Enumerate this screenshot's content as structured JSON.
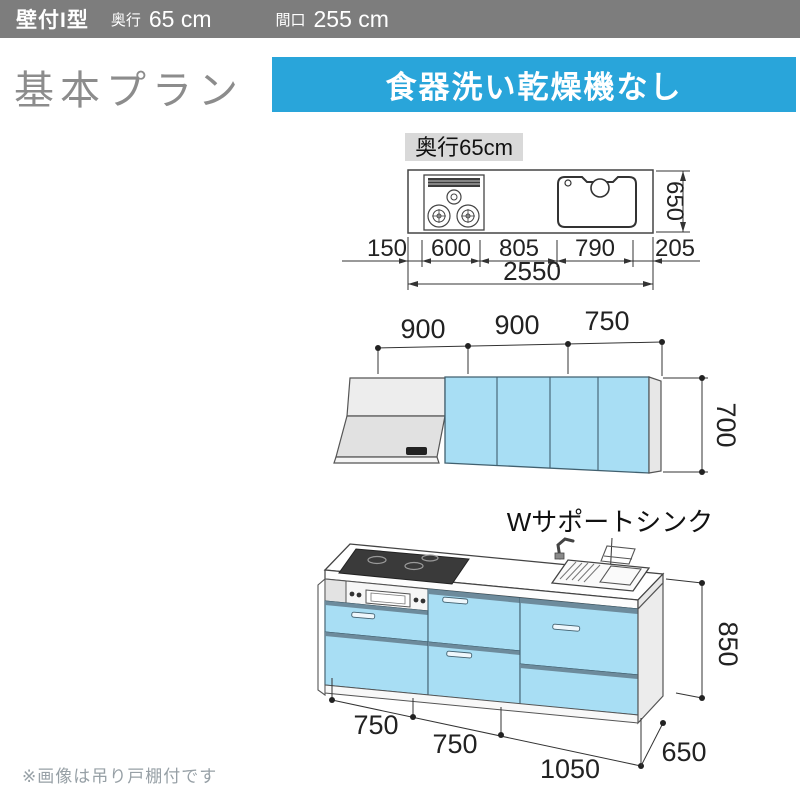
{
  "header": {
    "type_label": "壁付I型",
    "depth_label": "奥行",
    "depth_value": "65 cm",
    "width_label": "間口",
    "width_value": "255 cm"
  },
  "plan": {
    "title": "基本プラン",
    "banner": "食器洗い乾燥機なし"
  },
  "top_view": {
    "depth_tag": "奥行65cm",
    "dims": {
      "left_filler": "150",
      "stove": "600",
      "middle": "805",
      "sink": "790",
      "right_filler": "205",
      "total": "2550",
      "depth": "650"
    }
  },
  "wall_view": {
    "dims": {
      "seg1": "900",
      "seg2": "900",
      "seg3": "750",
      "height": "700"
    }
  },
  "base_view": {
    "sink_label": "Wサポートシンク",
    "dims": {
      "seg1": "750",
      "seg2": "750",
      "seg3": "1050",
      "height": "850",
      "depth": "650"
    }
  },
  "footnote": "※画像は吊り戸棚付です",
  "colors": {
    "accent_blue": "#29a5da",
    "cabinet_blue": "#a8def4",
    "shade_blue": "#6d8b9c",
    "header_gray": "#7d7d7d",
    "tag_gray": "#d9d9d9"
  }
}
